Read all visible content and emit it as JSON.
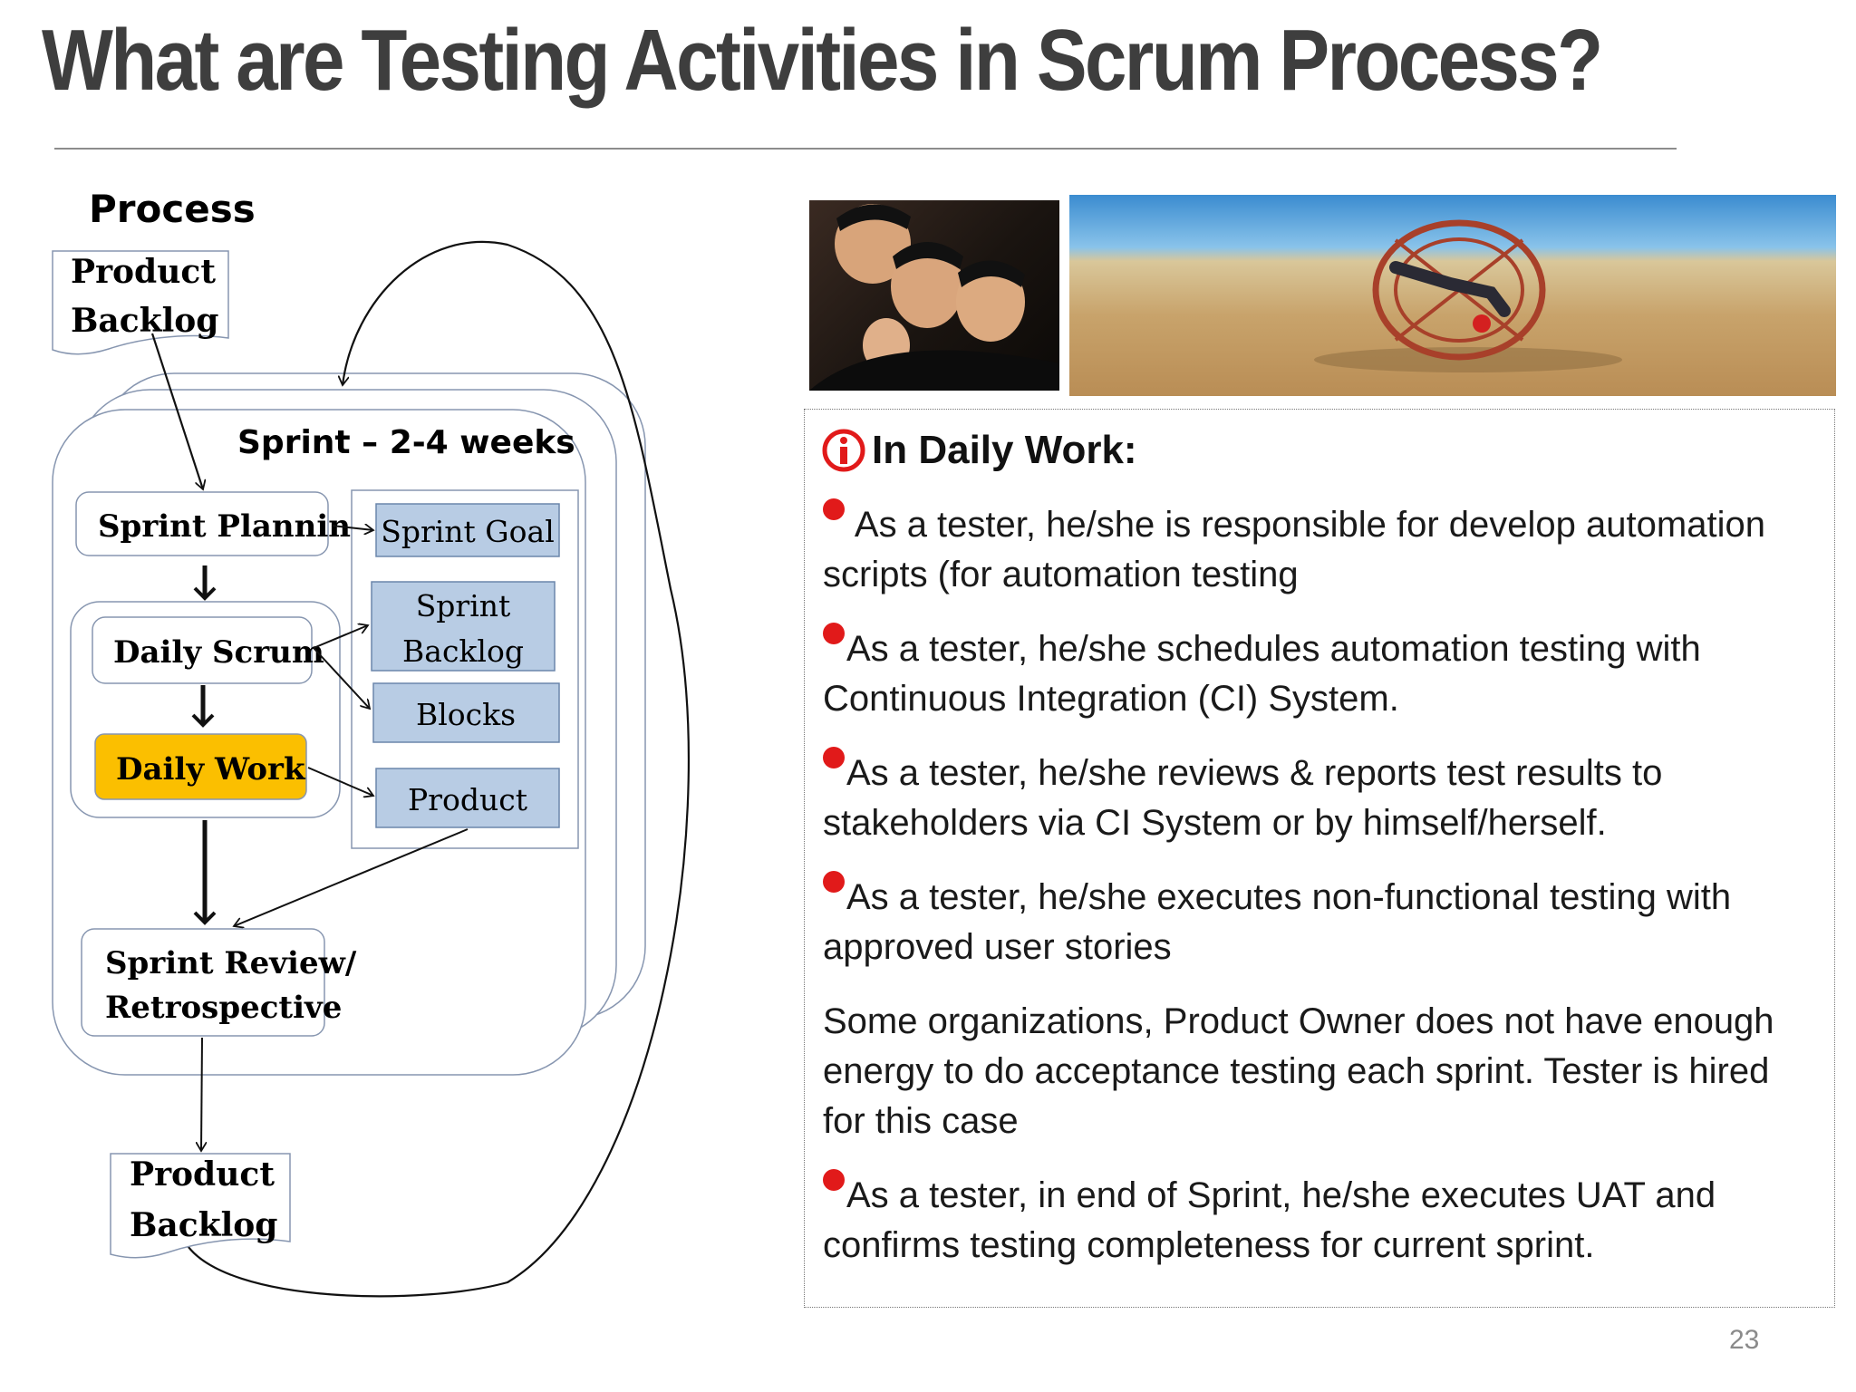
{
  "title": "What are Testing Activities in Scrum Process?",
  "diagram": {
    "process_label": "Process",
    "top_backlog_line1": "Product",
    "top_backlog_line2": "Backlog",
    "sprint_label": "Sprint – 2-4 weeks",
    "sprint_planning": "Sprint Planning",
    "daily_scrum": "Daily Scrum",
    "daily_work": "Daily Work",
    "review_line1": "Sprint Review/",
    "review_line2": "Retrospective",
    "sprint_goal": "Sprint Goal",
    "sprint_backlog_line1": "Sprint",
    "sprint_backlog_line2": "Backlog",
    "blocks": "Blocks",
    "product": "Product",
    "bottom_backlog_line1": "Product",
    "bottom_backlog_line2": "Backlog",
    "daily_work_color": "#fbbf00",
    "artifact_fill": "#b8cce4"
  },
  "info": {
    "heading": "In Daily Work:",
    "icon": "info-circle-icon",
    "icon_color": "#e11a1a",
    "items": [
      {
        "bullet": true,
        "text": " As a tester, he/she is responsible for develop automation scripts (for automation testing"
      },
      {
        "bullet": true,
        "text": "As a tester, he/she schedules automation testing with Continuous Integration (CI) System."
      },
      {
        "bullet": true,
        "text": "As a tester, he/she reviews & reports test results to stakeholders via CI System or by himself/herself."
      },
      {
        "bullet": true,
        "text": "As a tester, he/she executes non-functional testing with approved user stories"
      },
      {
        "bullet": false,
        "text": "Some organizations, Product Owner does not have enough energy to do acceptance testing each sprint. Tester is hired for this case"
      },
      {
        "bullet": true,
        "text": "As a tester, in end of Sprint, he/she executes UAT and confirms testing completeness for current sprint."
      }
    ]
  },
  "page_number": "23"
}
